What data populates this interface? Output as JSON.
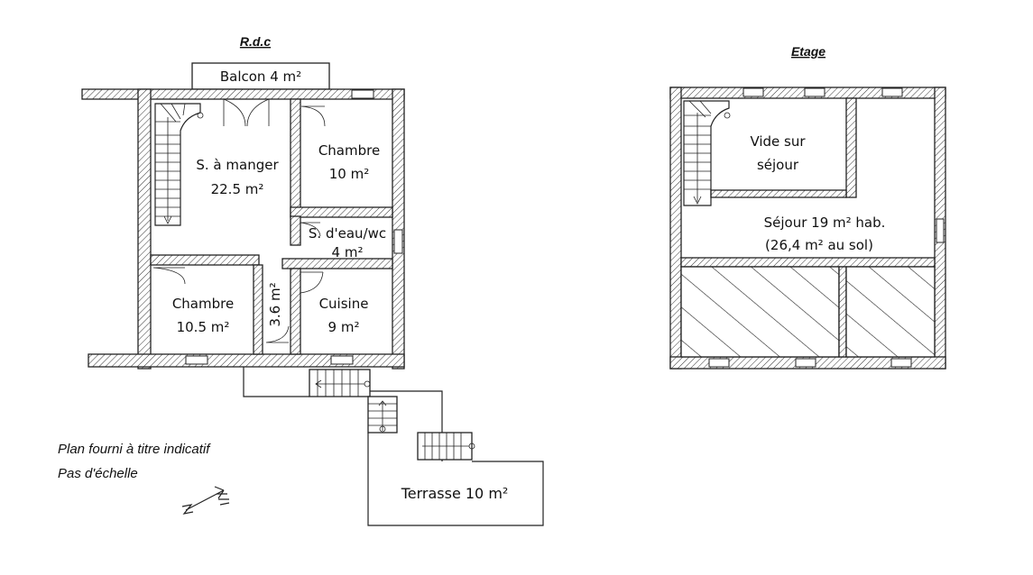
{
  "ground_floor": {
    "title": "R.d.c",
    "balcony": "Balcon 4 m²",
    "dining": {
      "name": "S. à manger",
      "area": "22.5 m²"
    },
    "bedroom_a": {
      "name": "Chambre",
      "area": "10 m²"
    },
    "shower": {
      "name": "S. d'eau/wc",
      "area": "4 m²"
    },
    "bedroom_b": {
      "name": "Chambre",
      "area": "10.5 m²"
    },
    "hall": "3.6 m²",
    "kitchen": {
      "name": "Cuisine",
      "area": "9 m²"
    },
    "terrace": "Terrasse 10 m²"
  },
  "upper_floor": {
    "title": "Etage",
    "void": {
      "line1": "Vide sur",
      "line2": "séjour"
    },
    "living": {
      "line1": "Séjour 19 m² hab.",
      "line2": "(26,4 m² au sol)"
    }
  },
  "notes": {
    "line1": "Plan fourni à titre indicatif",
    "line2": "Pas d'échelle"
  },
  "icons": {
    "north_arrow": "north-arrow-icon"
  }
}
